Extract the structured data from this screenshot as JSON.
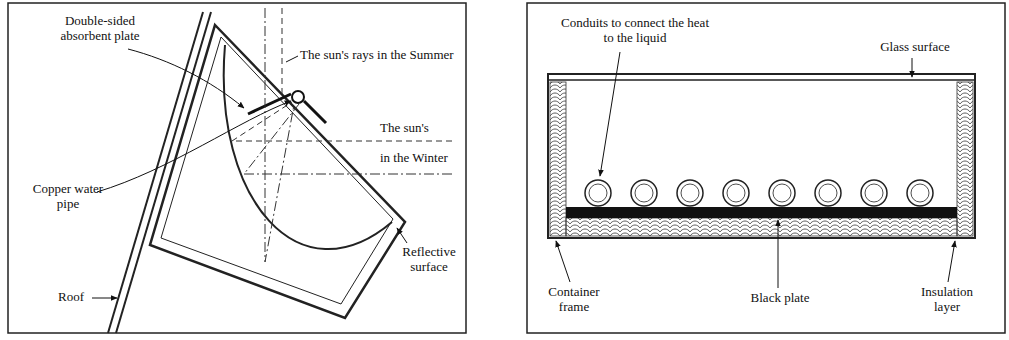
{
  "diagram": {
    "labels": [
      "Double-sided absorbent plate",
      "The sun's rays in the Summer",
      "The sun's",
      "in the Winter",
      "Copper water pipe",
      "Roof",
      "Reflective surface",
      "Conduits to connect the heat to the liquid",
      "Glass surface",
      "Container frame",
      "Black plate",
      "Insulation layer"
    ]
  }
}
